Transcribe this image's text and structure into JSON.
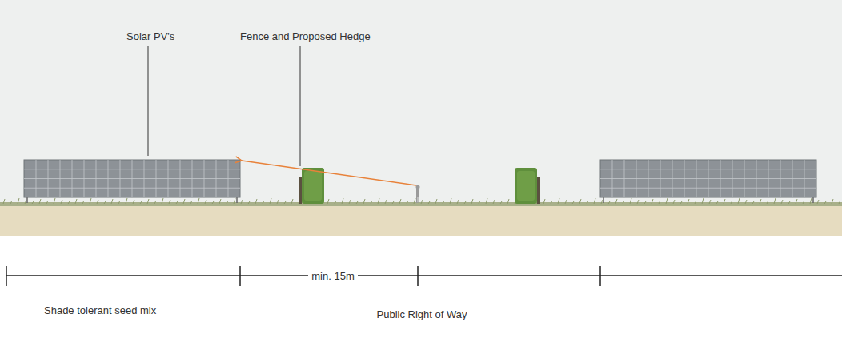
{
  "diagram": {
    "labels": [
      "Solar PV's",
      "Fence and Proposed Hedge",
      "min. 15m",
      "Shade tolerant seed mix",
      "Public Right of Way"
    ]
  }
}
